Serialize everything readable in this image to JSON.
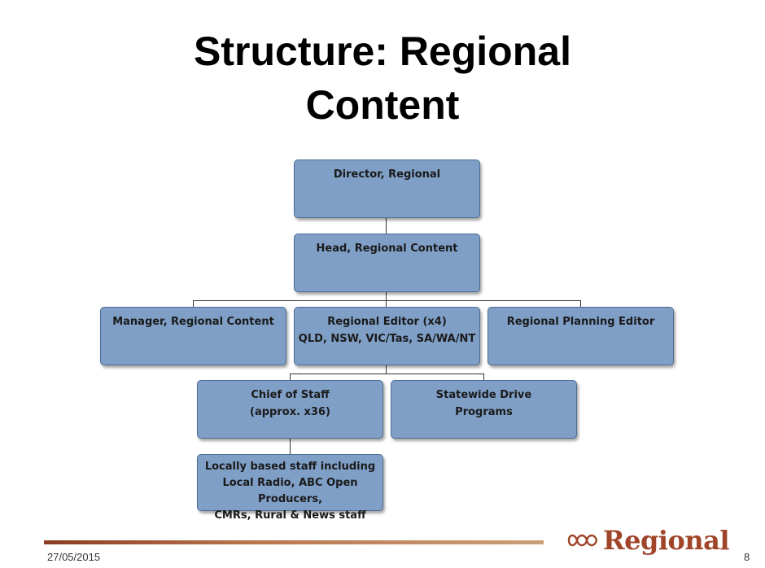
{
  "slide": {
    "title_line1": "Structure: Regional",
    "title_line2": "Content"
  },
  "org_chart": {
    "director": {
      "line1": "Director, Regional"
    },
    "head": {
      "line1": "Head, Regional Content"
    },
    "manager": {
      "line1": "Manager, Regional Content"
    },
    "regional_editor": {
      "line1": "Regional Editor (x4)",
      "line2": "QLD, NSW, VIC/Tas, SA/WA/NT"
    },
    "planning_editor": {
      "line1": "Regional Planning Editor"
    },
    "chief_of_staff": {
      "line1": "Chief of Staff",
      "line2": "(approx. x36)"
    },
    "statewide": {
      "line1": "Statewide Drive",
      "line2": "Programs"
    },
    "local_staff": {
      "line1": "Locally based staff including",
      "line2": "Local Radio, ABC Open Producers,",
      "line3": "CMRs, Rural & News staff"
    }
  },
  "footer": {
    "date": "27/05/2015",
    "page": "8",
    "logo_text": "Regional",
    "logo_icon": "abc-logo-icon",
    "accent_color": "#a0452a"
  },
  "colors": {
    "box_fill": "#7f9fc6",
    "box_border": "#4d6d95"
  }
}
